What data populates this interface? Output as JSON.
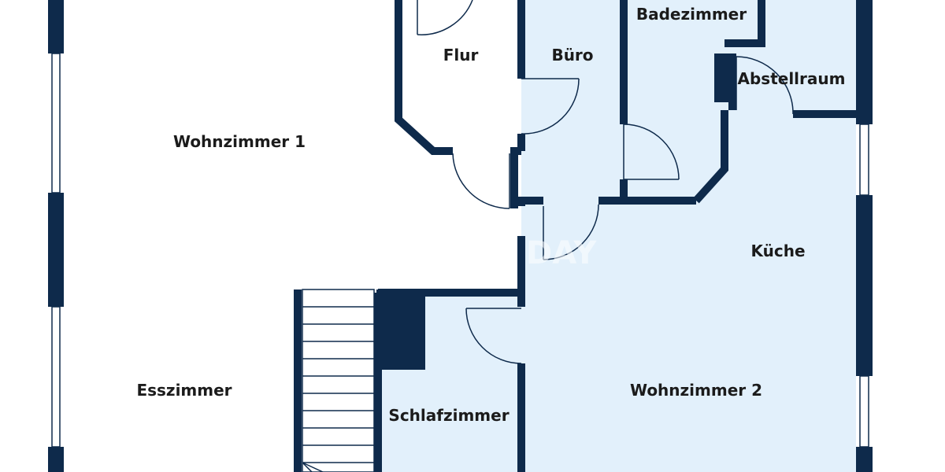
{
  "plan": {
    "colors": {
      "wall": "#0e2a4b",
      "room_fill_blue": "#e2f0fb",
      "room_fill_white": "#ffffff",
      "label": "#1b1b1b",
      "door_line": "#0e2a4b"
    },
    "watermark": "DAY",
    "rooms": {
      "wohnzimmer1": "Wohnzimmer 1",
      "esszimmer": "Esszimmer",
      "flur": "Flur",
      "buero": "Büro",
      "badezimmer": "Badezimmer",
      "abstellraum": "Abstellraum",
      "kueche": "Küche",
      "schlafzimmer": "Schlafzimmer",
      "wohnzimmer2": "Wohnzimmer 2"
    }
  }
}
